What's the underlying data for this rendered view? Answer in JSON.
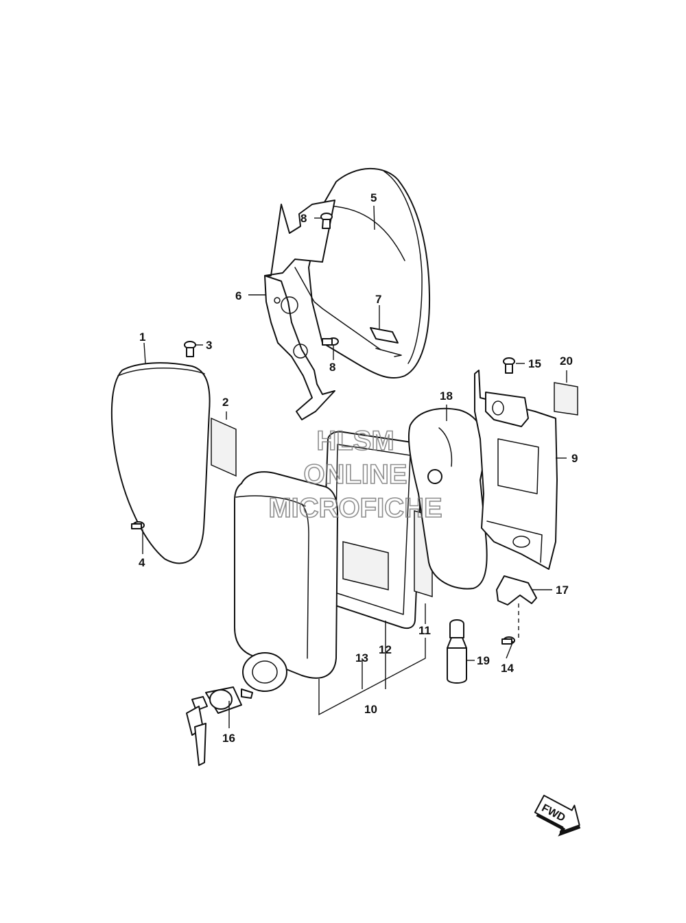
{
  "watermark": {
    "line1": "HLSM",
    "line2": "ONLINE",
    "line3": "MICROFICHE"
  },
  "direction_arrow": {
    "label": "FWD",
    "icon": "fwd-arrow-icon"
  },
  "callouts": [
    {
      "id": "1",
      "label": "1"
    },
    {
      "id": "2",
      "label": "2"
    },
    {
      "id": "3",
      "label": "3"
    },
    {
      "id": "4",
      "label": "4"
    },
    {
      "id": "5",
      "label": "5"
    },
    {
      "id": "6",
      "label": "6"
    },
    {
      "id": "7",
      "label": "7"
    },
    {
      "id": "8a",
      "label": "8"
    },
    {
      "id": "8b",
      "label": "8"
    },
    {
      "id": "9",
      "label": "9"
    },
    {
      "id": "10",
      "label": "10"
    },
    {
      "id": "11",
      "label": "11"
    },
    {
      "id": "12",
      "label": "12"
    },
    {
      "id": "13",
      "label": "13"
    },
    {
      "id": "14",
      "label": "14"
    },
    {
      "id": "15",
      "label": "15"
    },
    {
      "id": "16",
      "label": "16"
    },
    {
      "id": "17",
      "label": "17"
    },
    {
      "id": "18",
      "label": "18"
    },
    {
      "id": "19",
      "label": "19"
    },
    {
      "id": "20",
      "label": "20"
    }
  ]
}
